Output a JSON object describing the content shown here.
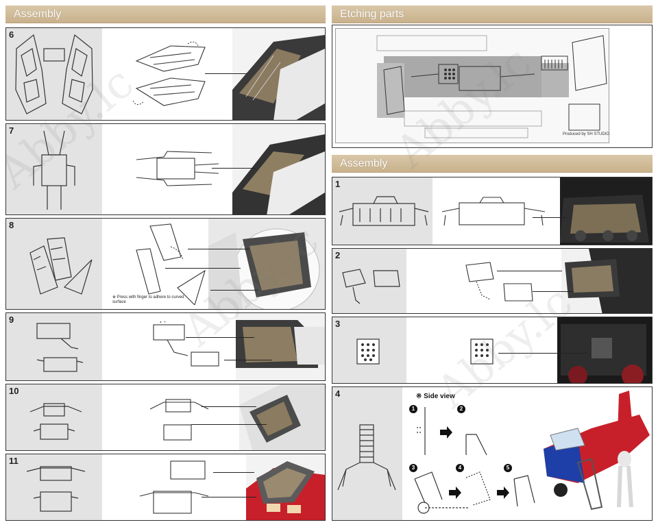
{
  "left_column": {
    "title": "Assembly",
    "steps": [
      {
        "number": "6"
      },
      {
        "number": "7"
      },
      {
        "number": "8",
        "note": "※ Press with finger to adhere to curved surface"
      },
      {
        "number": "9"
      },
      {
        "number": "10"
      },
      {
        "number": "11"
      }
    ]
  },
  "right_column": {
    "etching_title": "Etching parts",
    "etching_credit": "Produced by SH STUDIO",
    "assembly_title": "Assembly",
    "steps": [
      {
        "number": "1"
      },
      {
        "number": "2"
      },
      {
        "number": "3"
      },
      {
        "number": "4",
        "side_view_label": "※ Side view",
        "sub_steps": [
          "1",
          "2",
          "3",
          "4",
          "5"
        ]
      }
    ]
  },
  "watermark_text": "Abby.lc",
  "colors": {
    "header_bg": "#cdb893",
    "part_panel": "#e3e3e3",
    "ship_red": "#c8202a",
    "ship_blue": "#1e3fa8"
  }
}
